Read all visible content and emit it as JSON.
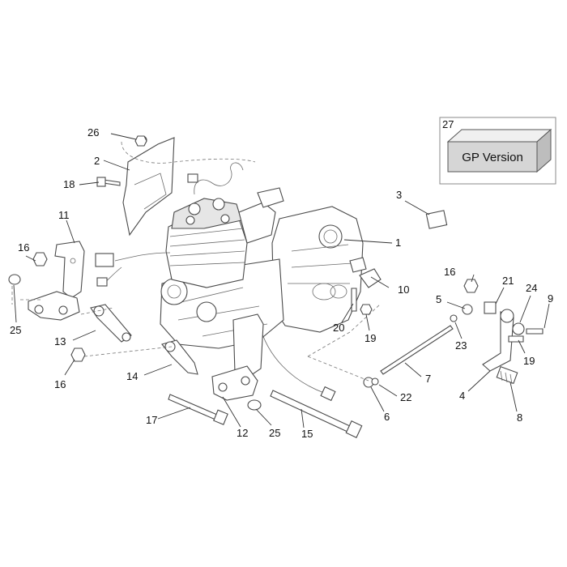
{
  "callouts": {
    "c1": "1",
    "c2": "2",
    "c3": "3",
    "c4": "4",
    "c5": "5",
    "c6": "6",
    "c7": "7",
    "c8": "8",
    "c9": "9",
    "c10": "10",
    "c11": "11",
    "c12": "12",
    "c13": "13",
    "c14": "14",
    "c15": "15",
    "c16a": "16",
    "c16b": "16",
    "c16c": "16",
    "c17": "17",
    "c18": "18",
    "c19a": "19",
    "c19b": "19",
    "c20": "20",
    "c21": "21",
    "c22": "22",
    "c23": "23",
    "c24": "24",
    "c25a": "25",
    "c25b": "25",
    "c26": "26",
    "c27": "27"
  },
  "variant_box": {
    "label": "GP Version"
  }
}
